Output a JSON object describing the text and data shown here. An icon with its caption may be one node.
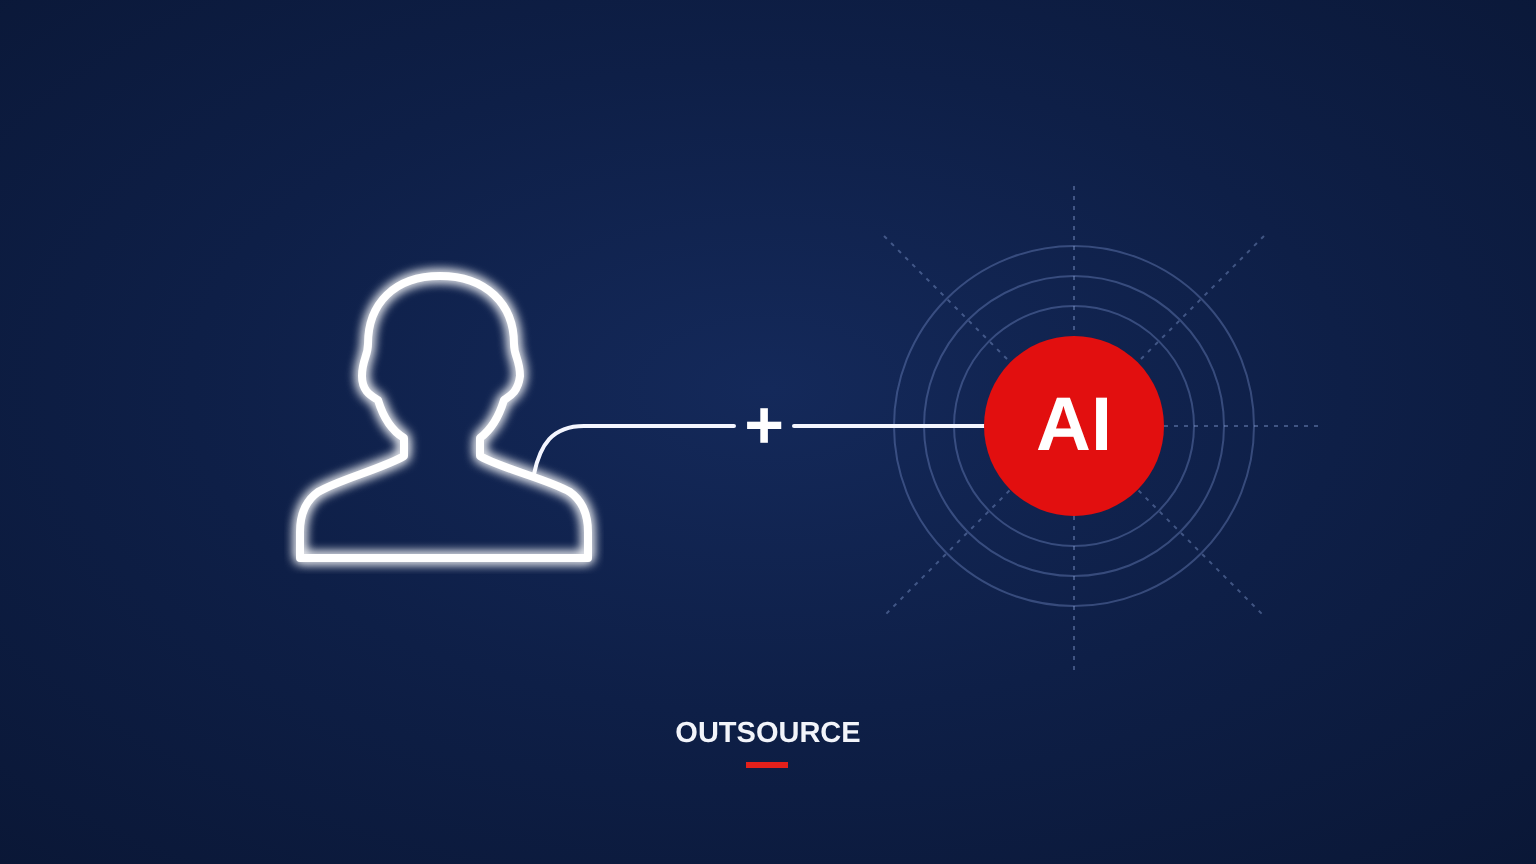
{
  "diagram": {
    "caption": "OUTSOURCE",
    "nodes": [
      {
        "text": [],
        "shape": "person"
      },
      {
        "text": [
          "+"
        ]
      },
      {
        "text": [
          "AI"
        ]
      }
    ],
    "edges": [
      {
        "from": 0,
        "to": 1,
        "arrow": "none"
      },
      {
        "from": 1,
        "to": 2,
        "arrow": "none"
      }
    ]
  }
}
